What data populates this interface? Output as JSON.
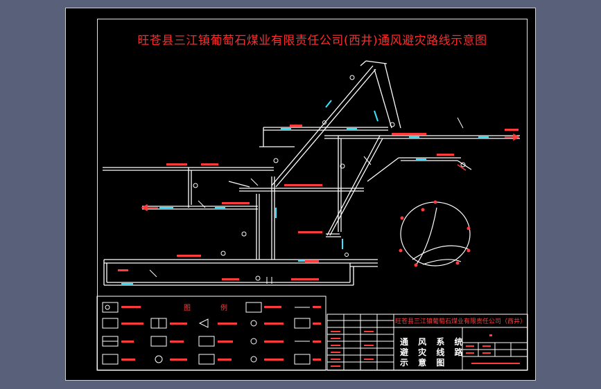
{
  "drawing": {
    "title": "旺苍县三江镇葡萄石煤业有限责任公司(西井)通风避灾路线示意图"
  },
  "title_block": {
    "company": "旺苍县三江镇葡萄石煤业有限责任公司（西井）",
    "drawing_name_lines": [
      "通 风 系 统",
      "避 灾 线 路",
      "示  意  图"
    ]
  },
  "legend": {
    "heading_left": "图",
    "heading_right": "例"
  },
  "colors": {
    "background": "#59617a",
    "sheet": "#000000",
    "lines": "#ffffff",
    "title": "#ff2a2a",
    "labels": "#ff3b3b",
    "air_inlet": "#39e6ff",
    "symbols": "#ffffff"
  }
}
